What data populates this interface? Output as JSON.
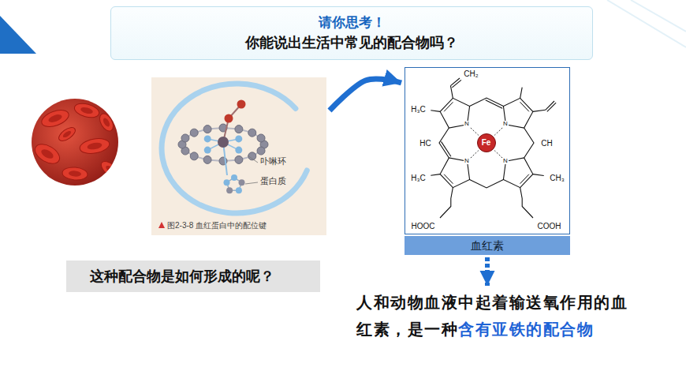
{
  "diagram": {
    "nodes": [
      {
        "text": [
          "请你思考！",
          "你能说出生活中常见的配合物吗？"
        ]
      },
      {
        "text": [
          "卟啉环",
          "蛋白质",
          "图2-3-8 血红蛋白中的配位键"
        ]
      },
      {
        "text": [
          "CH₂",
          "H₃C",
          "N",
          "N",
          "N",
          "N",
          "HC",
          "CH",
          "H₃C",
          "CH₃",
          "HOOC",
          "COOH"
        ]
      },
      {
        "text": [
          "Fe"
        ],
        "in": 2
      },
      {
        "text": [
          "血红素"
        ]
      },
      {
        "text": [
          "这种配合物是如何形成的呢？"
        ]
      },
      {
        "text": [
          "人和动物血液中起着输送氧作用的血红素，是一种",
          "含有亚铁的配合物"
        ]
      }
    ],
    "edges": [
      {
        "from": 1,
        "to": 2,
        "arrow": "to"
      },
      {
        "from": 4,
        "to": 6,
        "arrow": "to"
      }
    ]
  }
}
